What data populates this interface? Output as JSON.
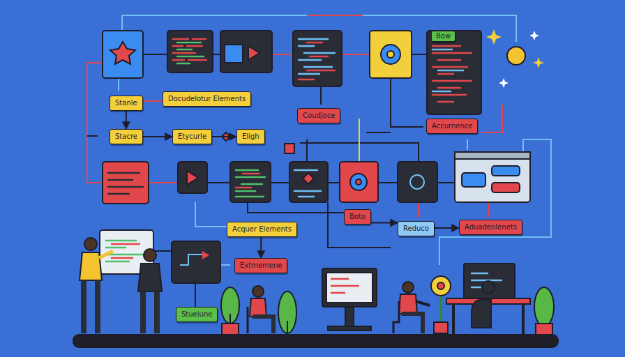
{
  "diagram": {
    "nodes": [
      {
        "text": [
          "Bow"
        ]
      },
      {
        "text": [
          "Stanle"
        ]
      },
      {
        "text": [
          "Docudelotur Elements"
        ]
      },
      {
        "text": [
          "Coudjoce"
        ]
      },
      {
        "text": [
          "Accurnence"
        ]
      },
      {
        "text": [
          "Stacre"
        ]
      },
      {
        "text": [
          "Etycurle"
        ]
      },
      {
        "text": [
          "Eligh"
        ]
      },
      {
        "text": [
          "Boto"
        ]
      },
      {
        "text": [
          "Acquer Elements"
        ]
      },
      {
        "text": [
          "Reduco"
        ]
      },
      {
        "text": [
          "Aduadenlenets"
        ]
      },
      {
        "text": [
          "Extmemene"
        ]
      },
      {
        "text": [
          "Stueiune"
        ]
      }
    ],
    "edges": [
      {
        "from": 1,
        "to": 5,
        "arrow": "to"
      },
      {
        "from": 5,
        "to": 6,
        "arrow": "to"
      },
      {
        "from": 6,
        "to": 7,
        "arrow": "to"
      },
      {
        "from": 9,
        "to": 12,
        "arrow": "to"
      },
      {
        "from": 8,
        "to": 10,
        "arrow": "to"
      },
      {
        "from": 10,
        "to": 11,
        "arrow": "to"
      }
    ]
  }
}
